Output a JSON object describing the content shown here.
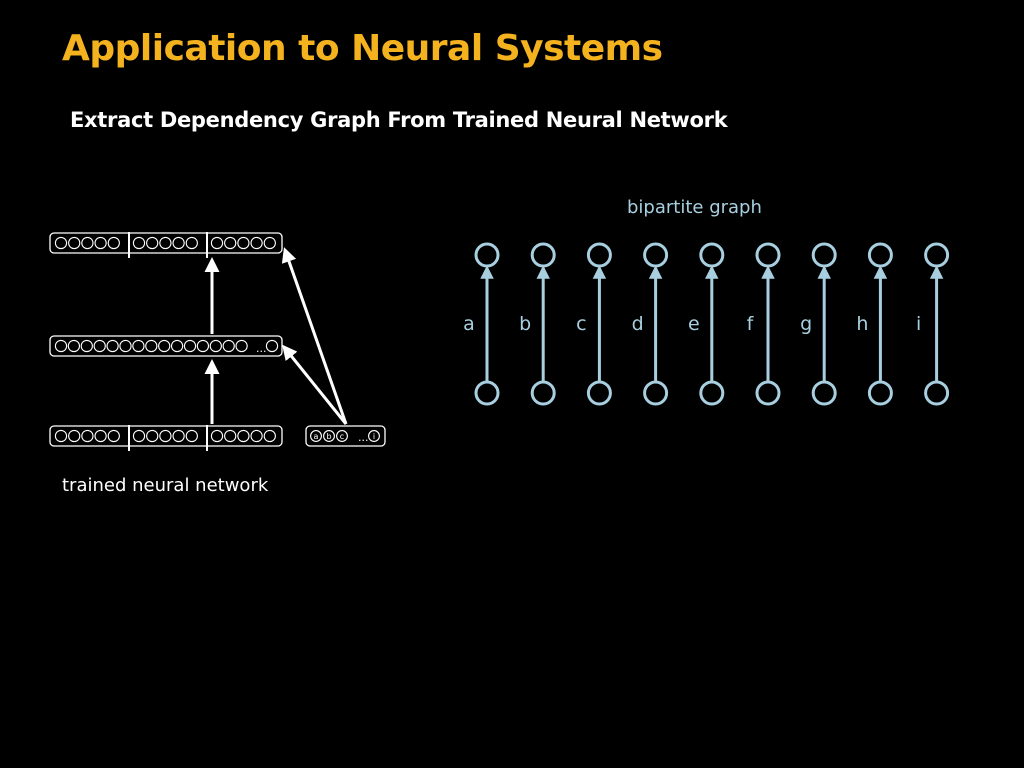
{
  "slide": {
    "title": "Application to Neural Systems",
    "subtitle": "Extract Dependency Graph From Trained Neural Network",
    "colors": {
      "title": "#f4b21e",
      "text": "#ffffff",
      "graph": "#a8cfe0",
      "background": "#000000"
    }
  },
  "neural_network": {
    "caption": "trained neural network",
    "top_layer": {
      "groups": 3,
      "neurons_per_group": 5
    },
    "middle_layer": {
      "neurons": 15,
      "ellipsis": "...",
      "extra_neurons": 1
    },
    "bottom_layer": {
      "groups": 3,
      "neurons_per_group": 5
    },
    "input_box": {
      "labels": [
        "a",
        "b",
        "c"
      ],
      "ellipsis": "...",
      "last_label": "i"
    }
  },
  "bipartite_graph": {
    "caption": "bipartite graph",
    "labels": [
      "a",
      "b",
      "c",
      "d",
      "e",
      "f",
      "g",
      "h",
      "i"
    ]
  }
}
